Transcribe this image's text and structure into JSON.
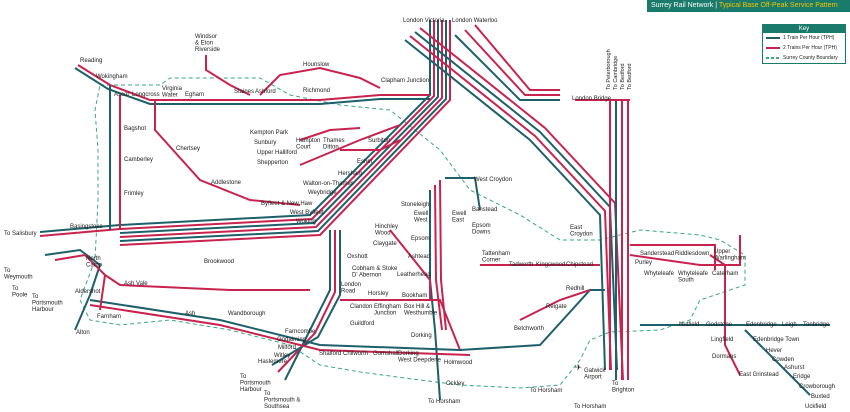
{
  "header": {
    "title": "Surrey Rail Network",
    "separator": "|",
    "subtitle": "Typical Base Off-Peak Service Pattern"
  },
  "key": {
    "title": "Key",
    "items": [
      {
        "label": "1 Train Per Hour (TPH)",
        "color": "#1d5f6b",
        "style": "solid"
      },
      {
        "label": "2 Trains Per Hour (TPH)",
        "color": "#c8234f",
        "style": "solid"
      },
      {
        "label": "Surrey County Boundary",
        "color": "#3aa882",
        "style": "dashed"
      }
    ]
  },
  "colors": {
    "one_tph": "#1d5f6b",
    "two_tph": "#c8234f",
    "boundary": "#3aa882",
    "header_bg": "#1a7a6c",
    "header_accent": "#f2c500"
  },
  "stations": {
    "london_victoria": "London Victoria",
    "london_waterloo": "London Waterloo",
    "windsor": "Windsor\n& Eton\nRiverside",
    "reading": "Reading",
    "wokingham": "Wokingham",
    "ascot": "Ascot",
    "longcross": "Longcross",
    "virginia_water": "Virginia\nWater",
    "egham": "Egham",
    "staines": "Staines",
    "ashford": "Ashford",
    "hounslow": "Hounslow",
    "richmond": "Richmond",
    "clapham_junction": "Clapham Junction",
    "london_bridge": "London Bridge",
    "to_peterborough": "To Peterborough",
    "to_cambridge": "To Cambridge",
    "to_bedford_1": "To Bedford",
    "to_bedford_2": "To Bedford",
    "bagshot": "Bagshot",
    "camberley": "Camberley",
    "frimley": "Frimley",
    "chertsey": "Chertsey",
    "addlestone": "Addlestone",
    "kempton_park": "Kempton Park",
    "sunbury": "Sunbury",
    "upper_halliford": "Upper Halliford",
    "shepperton": "Shepperton",
    "hampton_court": "Hampton\nCourt",
    "thames_ditton": "Thames\nDitton",
    "surbiton": "Surbiton",
    "esher": "Esher",
    "hersham": "Hersham",
    "walton": "Walton-on-Thames",
    "weybridge": "Weybridge",
    "byfleet": "Byfleet & New Haw",
    "west_byfleet": "West Byfleet",
    "woking": "Woking",
    "to_salisbury": "To Salisbury",
    "basingstoke": "Basingstoke",
    "to_weymouth": "To\nWeymouth",
    "to_poole": "To\nPoole",
    "to_portsmouth_harbour_w": "To\nPortsmouth\nHarbour",
    "north_camp": "North\nCamp",
    "aldershot": "Aldershot",
    "ash_vale": "Ash Vale",
    "farnham": "Farnham",
    "alton": "Alton",
    "brookwood": "Brookwood",
    "ash": "Ash",
    "wandborough": "Wandborough",
    "farncombe": "Farncombe",
    "godalming": "Godalming",
    "milford": "Milford",
    "witley": "Witley",
    "haslemere": "Haslemere",
    "to_portsmouth_harbour_s": "To\nPortsmouth\nHarbour",
    "to_portsmouth_southsea": "To\nPortsmouth &\nSouthsea",
    "shalford": "Shalford",
    "chilworth": "Chilworth",
    "gomshall": "Gomshall",
    "dorking_deepdene": "Dorking\nWest Deepdene",
    "holmwood": "Holmwood",
    "ockley": "Ockley",
    "to_horsham_1": "To Horsham",
    "dorking": "Dorking",
    "guildford": "Guildford",
    "london_road": "London\nRoad",
    "clandon": "Clandon",
    "horsley": "Horsley",
    "effingham": "Effingham\nJunction",
    "bookham": "Bookham",
    "box_hill": "Box Hill &\nWesthumble",
    "cobham": "Cobham & Stoke\nD' Abernon",
    "oxshott": "Oxshott",
    "claygate": "Claygate",
    "hinchley_wood": "Hinchley\nWood",
    "leatherhead": "Leatherhead",
    "ashtead": "Ashtead",
    "epsom": "Epsom",
    "ewell_west": "Ewell\nWest",
    "stoneleigh": "Stoneleigh",
    "ewell_east": "Ewell\nEast",
    "epsom_downs": "Epsom\nDowns",
    "banstead": "Banstead",
    "west_croydon": "West Croydon",
    "east_croydon": "East\nCroydon",
    "tattenham_corner": "Tattenham\nCorner",
    "tadworth": "Tadworth",
    "kingswood": "Kingswood",
    "chipstead": "Chipstead",
    "redhill": "Redhill",
    "reigate": "Reigate",
    "betchworth": "Betchworth",
    "gatwick": "Gatwick\nAirport",
    "to_horsham_2": "To Horsham",
    "to_horsham_3": "To Horsham",
    "to_brighton": "To\nBrighton",
    "sanderstead": "Sanderstead",
    "riddlesdown": "Riddlesdown",
    "upper_warlingham": "Upper\nWarlingham",
    "purley": "Purley",
    "whyteleafe": "Whyteleafe",
    "whyteleafe_south": "Whyteleafe\nSouth",
    "caterham": "Caterham",
    "nutfield": "Nutfield",
    "godstone": "Godstone",
    "edenbridge": "Edenbridge",
    "leigh": "Leigh",
    "tonbridge": "Tonbridge",
    "lingfield": "Lingfield",
    "edenbridge_town": "Edenbridge Town",
    "dormans": "Dormans",
    "hever": "Hever",
    "cowden": "Cowden",
    "ashurst": "Ashurst",
    "east_grinstead": "East Grinstead",
    "eridge": "Eridge",
    "crowborough": "Crowborough",
    "buxted": "Buxted",
    "uckfield": "Uckfield"
  }
}
